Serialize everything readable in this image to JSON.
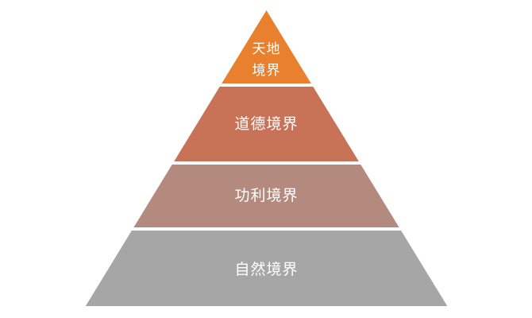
{
  "diagram": {
    "type": "pyramid",
    "background_color": "#FFFFFF",
    "divider_color": "#FFFFFF",
    "label_color": "#FFFFFF",
    "levels": [
      {
        "label": "天地境界",
        "lines": [
          "天地",
          "境界"
        ],
        "color": "#E8802E"
      },
      {
        "label": "道德境界",
        "lines": [
          "道德境界"
        ],
        "color": "#C87258"
      },
      {
        "label": "功利境界",
        "lines": [
          "功利境界"
        ],
        "color": "#B4897E"
      },
      {
        "label": "自然境界",
        "lines": [
          "自然境界"
        ],
        "color": "#A6A6A6"
      }
    ]
  }
}
